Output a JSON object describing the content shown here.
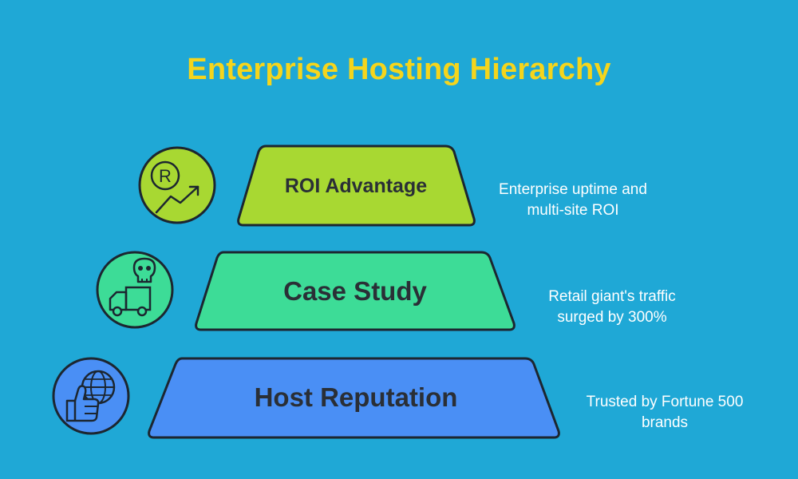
{
  "title": "Enterprise Hosting Hierarchy",
  "colors": {
    "background": "#1fa8d6",
    "title": "#f5d51c",
    "outline": "#1c2630"
  },
  "tiers": [
    {
      "label": "ROI Advantage",
      "description_lines": [
        "Enterprise uptime and",
        "multi-site ROI"
      ],
      "color": "#a8d832",
      "icon": "roi-growth-icon"
    },
    {
      "label": "Case Study",
      "description_lines": [
        "Retail giant's traffic",
        "surged by 300%"
      ],
      "color": "#3ddc97",
      "icon": "truck-skull-icon"
    },
    {
      "label": "Host Reputation",
      "description_lines": [
        "Trusted by Fortune 500",
        "brands"
      ],
      "color": "#4a8ff5",
      "icon": "globe-thumbs-up-icon"
    }
  ]
}
